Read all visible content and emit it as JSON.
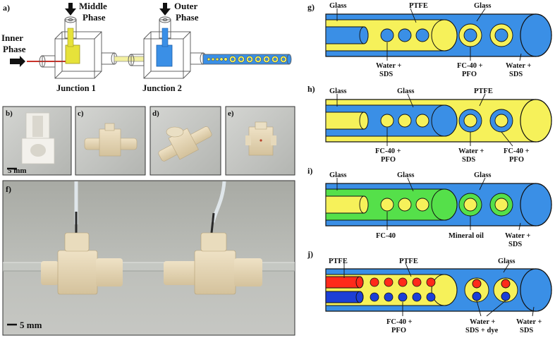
{
  "panel_a": {
    "letter": "a)",
    "middle_phase": [
      "Middle",
      "Phase"
    ],
    "outer_phase": [
      "Outer",
      "Phase"
    ],
    "inner_phase": [
      "Inner",
      "Phase"
    ],
    "junction1": "Junction 1",
    "junction2": "Junction 2"
  },
  "photos": {
    "b": "b)",
    "c": "c)",
    "d": "d)",
    "e": "e)",
    "f": "f)",
    "scale_b": "5 mm",
    "scale_f": "5 mm"
  },
  "panel_g": {
    "letter": "g)",
    "glass_left": "Glass",
    "ptfe": "PTFE",
    "glass_right": "Glass",
    "water_sds_1": [
      "Water +",
      "SDS"
    ],
    "fc40_pfo": [
      "FC-40 +",
      "PFO"
    ],
    "water_sds_2": [
      "Water +",
      "SDS"
    ]
  },
  "panel_h": {
    "letter": "h)",
    "glass_left": "Glass",
    "glass_mid": "Glass",
    "ptfe": "PTFE",
    "fc40_pfo_1": [
      "FC-40 +",
      "PFO"
    ],
    "water_sds": [
      "Water +",
      "SDS"
    ],
    "fc40_pfo_2": [
      "FC-40 +",
      "PFO"
    ]
  },
  "panel_i": {
    "letter": "i)",
    "glass_left": "Glass",
    "glass_mid": "Glass",
    "glass_right": "Glass",
    "fc40": "FC-40",
    "mineral_oil": "Mineral oil",
    "water_sds": [
      "Water +",
      "SDS"
    ]
  },
  "panel_j": {
    "letter": "j)",
    "ptfe_left": "PTFE",
    "ptfe_mid": "PTFE",
    "glass": "Glass",
    "fc40_pfo": [
      "FC-40 +",
      "PFO"
    ],
    "water_sds_dye": [
      "Water +",
      "SDS + dye"
    ],
    "water_sds": [
      "Water +",
      "SDS"
    ]
  },
  "colors": {
    "blue": "#3a8fe6",
    "yellow": "#f6f15a",
    "green": "#55e04a",
    "red": "#ff2a1a",
    "darkblue": "#1c3fd6"
  }
}
